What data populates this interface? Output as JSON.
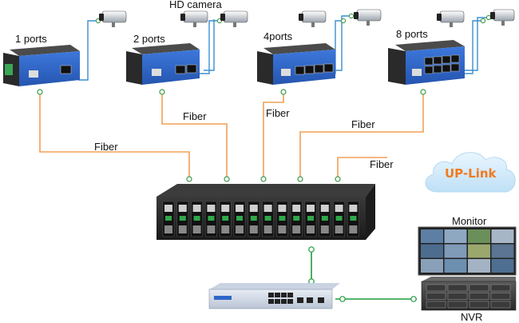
{
  "labels": {
    "switch_1": "1 ports",
    "switch_2": "2 ports",
    "switch_4": "4ports",
    "switch_8": "8 ports",
    "hd_camera": "HD camera",
    "fiber": "Fiber",
    "uplink": "UP-Link",
    "monitor": "Monitor",
    "nvr": "NVR"
  },
  "colors": {
    "fiber_line": "#f0a056",
    "camera_line": "#3a8fd0",
    "uplink_line": "#1e9a3c",
    "uplink_text": "#f07a1e",
    "cloud": "#cfe8f8",
    "switch_front": "#2f66c9",
    "switch_body": "#2c2c2c",
    "chassis": "#262626"
  },
  "icons": {
    "switch": "industrial-switch-icon",
    "camera": "bullet-camera-icon",
    "chassis": "media-converter-chassis-icon",
    "core_switch": "ethernet-switch-icon",
    "monitor": "video-wall-monitor-icon",
    "nvr": "nvr-rack-icon",
    "cloud": "cloud-icon"
  }
}
